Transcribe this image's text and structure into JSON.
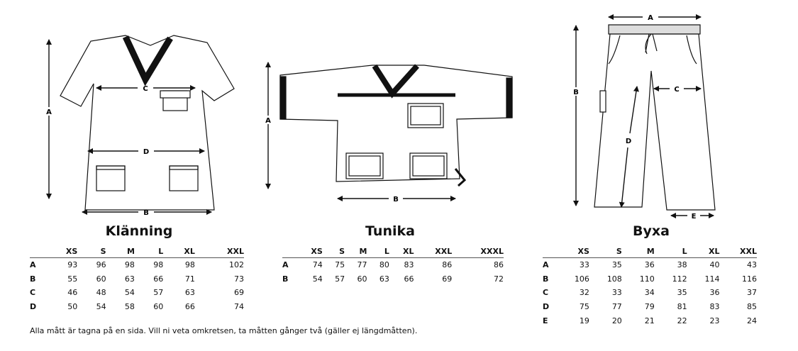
{
  "garments": [
    {
      "title": "Klänning",
      "columns": [
        "XS",
        "S",
        "M",
        "L",
        "XL",
        "XXL"
      ],
      "rows": [
        {
          "label": "A",
          "values": [
            "93",
            "96",
            "98",
            "98",
            "98",
            "102"
          ]
        },
        {
          "label": "B",
          "values": [
            "55",
            "60",
            "63",
            "66",
            "71",
            "73"
          ]
        },
        {
          "label": "C",
          "values": [
            "46",
            "48",
            "54",
            "57",
            "63",
            "69"
          ]
        },
        {
          "label": "D",
          "values": [
            "50",
            "54",
            "58",
            "60",
            "66",
            "74"
          ]
        }
      ]
    },
    {
      "title": "Tunika",
      "columns": [
        "XS",
        "S",
        "M",
        "L",
        "XL",
        "XXL",
        "XXXL"
      ],
      "rows": [
        {
          "label": "A",
          "values": [
            "74",
            "75",
            "77",
            "80",
            "83",
            "86",
            "86"
          ]
        },
        {
          "label": "B",
          "values": [
            "54",
            "57",
            "60",
            "63",
            "66",
            "69",
            "72"
          ]
        }
      ]
    },
    {
      "title": "Byxa",
      "columns": [
        "XS",
        "S",
        "M",
        "L",
        "XL",
        "XXL"
      ],
      "rows": [
        {
          "label": "A",
          "values": [
            "33",
            "35",
            "36",
            "38",
            "40",
            "43"
          ]
        },
        {
          "label": "B",
          "values": [
            "106",
            "108",
            "110",
            "112",
            "114",
            "116"
          ]
        },
        {
          "label": "C",
          "values": [
            "32",
            "33",
            "34",
            "35",
            "36",
            "37"
          ]
        },
        {
          "label": "D",
          "values": [
            "75",
            "77",
            "79",
            "81",
            "83",
            "85"
          ]
        },
        {
          "label": "E",
          "values": [
            "19",
            "20",
            "21",
            "22",
            "23",
            "24"
          ]
        }
      ]
    }
  ],
  "diagram_labels": {
    "dress": {
      "a": "A",
      "b": "B",
      "c": "C",
      "d": "D"
    },
    "tunic": {
      "a": "A",
      "b": "B"
    },
    "pants": {
      "a": "A",
      "b": "B",
      "c": "C",
      "d": "D",
      "e": "E"
    }
  },
  "footnote": "Alla mått är tagna på en sida. Vill ni veta omkretsen, ta måtten gånger två (gäller ej längdmåtten)."
}
